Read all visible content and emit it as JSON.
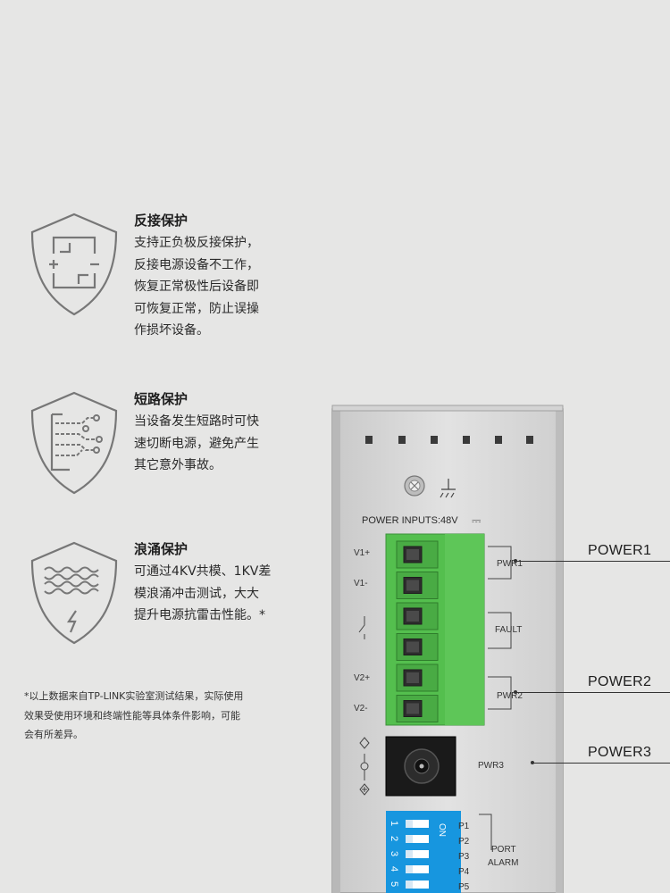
{
  "features": [
    {
      "icon": "reverse-polarity-shield-icon",
      "title": "反接保护",
      "lines": [
        "支持正负极反接保护，",
        "反接电源设备不工作，",
        "恢复正常极性后设备即",
        "可恢复正常，防止误操",
        "作损坏设备。"
      ]
    },
    {
      "icon": "short-circuit-shield-icon",
      "title": "短路保护",
      "lines": [
        "当设备发生短路时可快",
        "速切断电源，避免产生",
        "其它意外事故。"
      ]
    },
    {
      "icon": "surge-shield-icon",
      "title": "浪涌保护",
      "lines": [
        "可通过4KV共模、1KV差",
        "模浪涌冲击测试，大大",
        "提升电源抗雷击性能。*"
      ]
    }
  ],
  "footnote": [
    "*以上数据来自TP-LINK实验室测试结果，实际使用",
    "效果受使用环境和终端性能等具体条件影响，可能",
    "会有所差异。"
  ],
  "device": {
    "power_inputs_label": "POWER INPUTS:48V",
    "dc_symbol": "⎓",
    "pin_labels": [
      "V1+",
      "V1-",
      "V2+",
      "V2-"
    ],
    "group_labels": {
      "pwr1": "PWR1",
      "fault": "FAULT",
      "pwr2": "PWR2",
      "pwr3": "PWR3"
    },
    "dip_on": "ON",
    "dip_numbers": [
      "1",
      "2",
      "3",
      "4",
      "5"
    ],
    "port_labels": [
      "P1",
      "P2",
      "P3",
      "P4",
      "P5"
    ],
    "port_alarm": [
      "PORT",
      "ALARM"
    ]
  },
  "callouts": {
    "power1": "POWER1",
    "power2": "POWER2",
    "power3": "POWER3"
  },
  "colors": {
    "background": "#e6e6e5",
    "terminal_green": "#55c14f",
    "dip_blue": "#1797e0",
    "panel": "#dcdcdc"
  }
}
